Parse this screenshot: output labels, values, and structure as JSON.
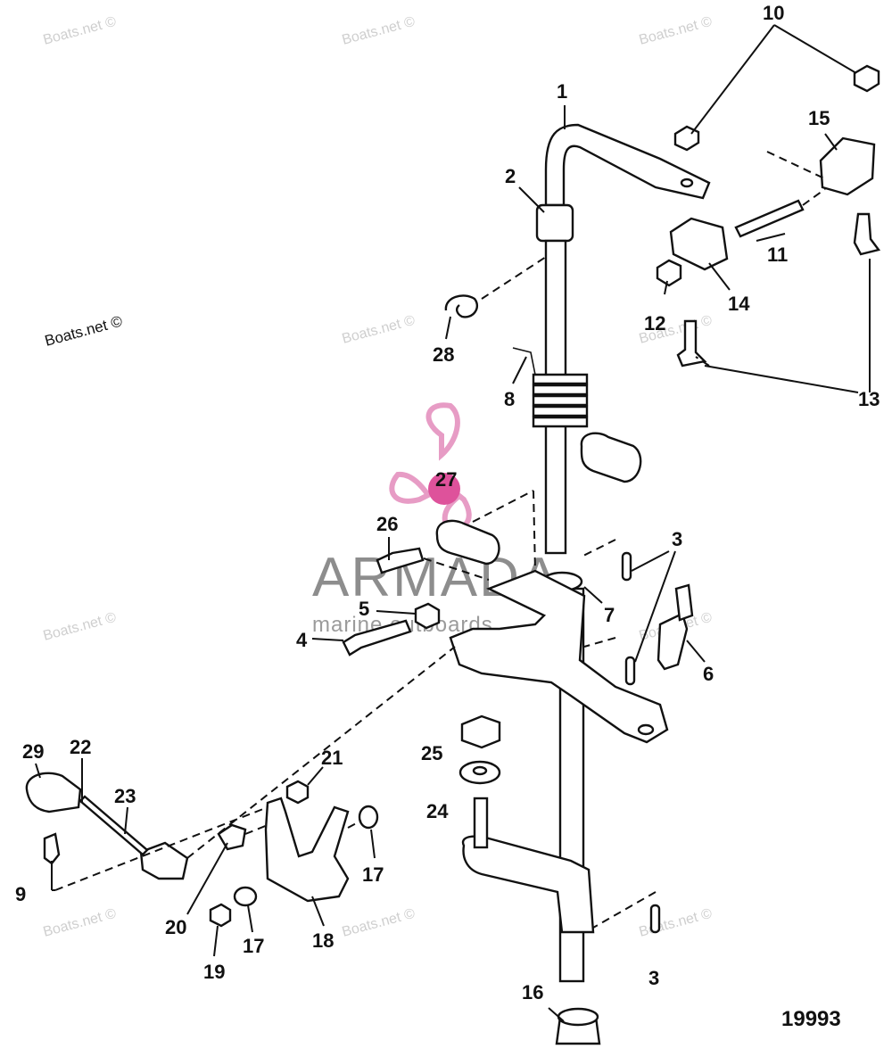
{
  "diagram": {
    "drawing_number": "19993",
    "watermark_text": "Boats.net ©",
    "brand": {
      "name": "ARMADA",
      "tagline": "marine outboards",
      "logo_color": "#d9358a"
    },
    "callouts": [
      "1",
      "2",
      "3",
      "3",
      "3",
      "4",
      "5",
      "6",
      "7",
      "8",
      "9",
      "10",
      "11",
      "12",
      "13",
      "14",
      "15",
      "16",
      "17",
      "17",
      "18",
      "19",
      "20",
      "21",
      "22",
      "23",
      "24",
      "25",
      "26",
      "27",
      "28",
      "29"
    ]
  }
}
